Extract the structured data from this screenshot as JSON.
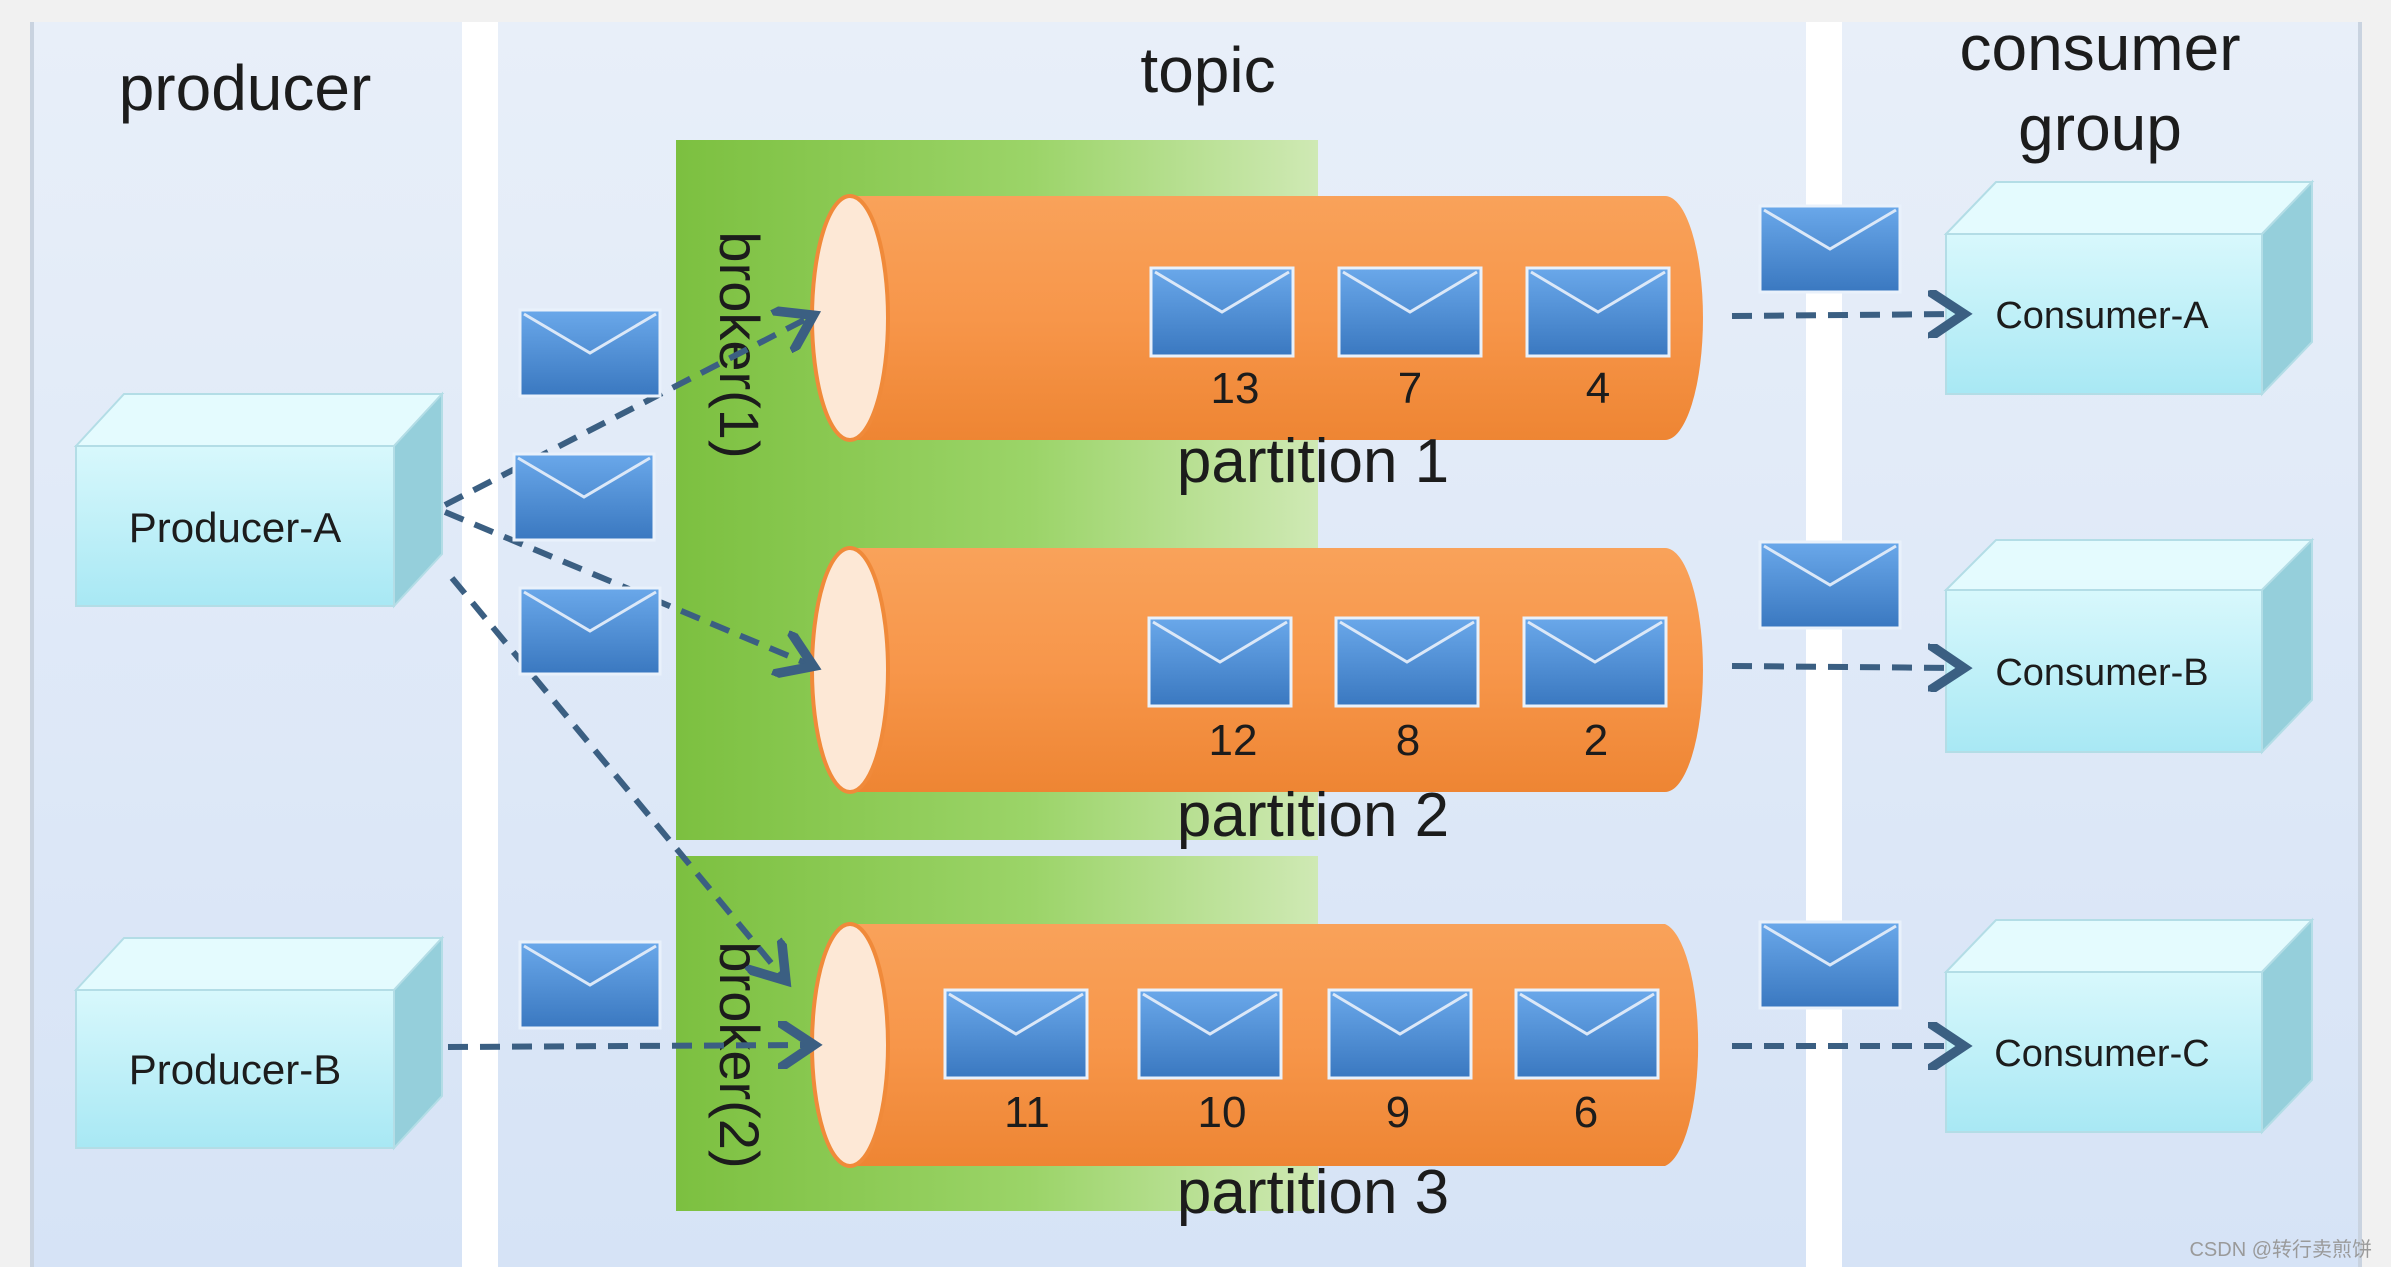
{
  "columns": {
    "producer": "producer",
    "topic": "topic",
    "consumer_line1": "consumer",
    "consumer_line2": "group"
  },
  "producers": [
    {
      "label": "Producer-A"
    },
    {
      "label": "Producer-B"
    }
  ],
  "brokers": [
    {
      "label": "broker(1)"
    },
    {
      "label": "broker(2)"
    }
  ],
  "partitions": [
    {
      "label": "partition 1",
      "messages": [
        "13",
        "7",
        "4"
      ]
    },
    {
      "label": "partition 2",
      "messages": [
        "12",
        "8",
        "2"
      ]
    },
    {
      "label": "partition 3",
      "messages": [
        "11",
        "10",
        "9",
        "6"
      ]
    }
  ],
  "consumers": [
    {
      "label": "Consumer-A"
    },
    {
      "label": "Consumer-B"
    },
    {
      "label": "Consumer-C"
    }
  ],
  "watermark": "CSDN @转行卖煎饼",
  "colors": {
    "lane": "#dfe9f8",
    "broker": "#8cc84b",
    "partition": "#f7964a",
    "message": "#4a8ad4",
    "box": "#bff0f8",
    "arrow": "#3b5f82"
  }
}
